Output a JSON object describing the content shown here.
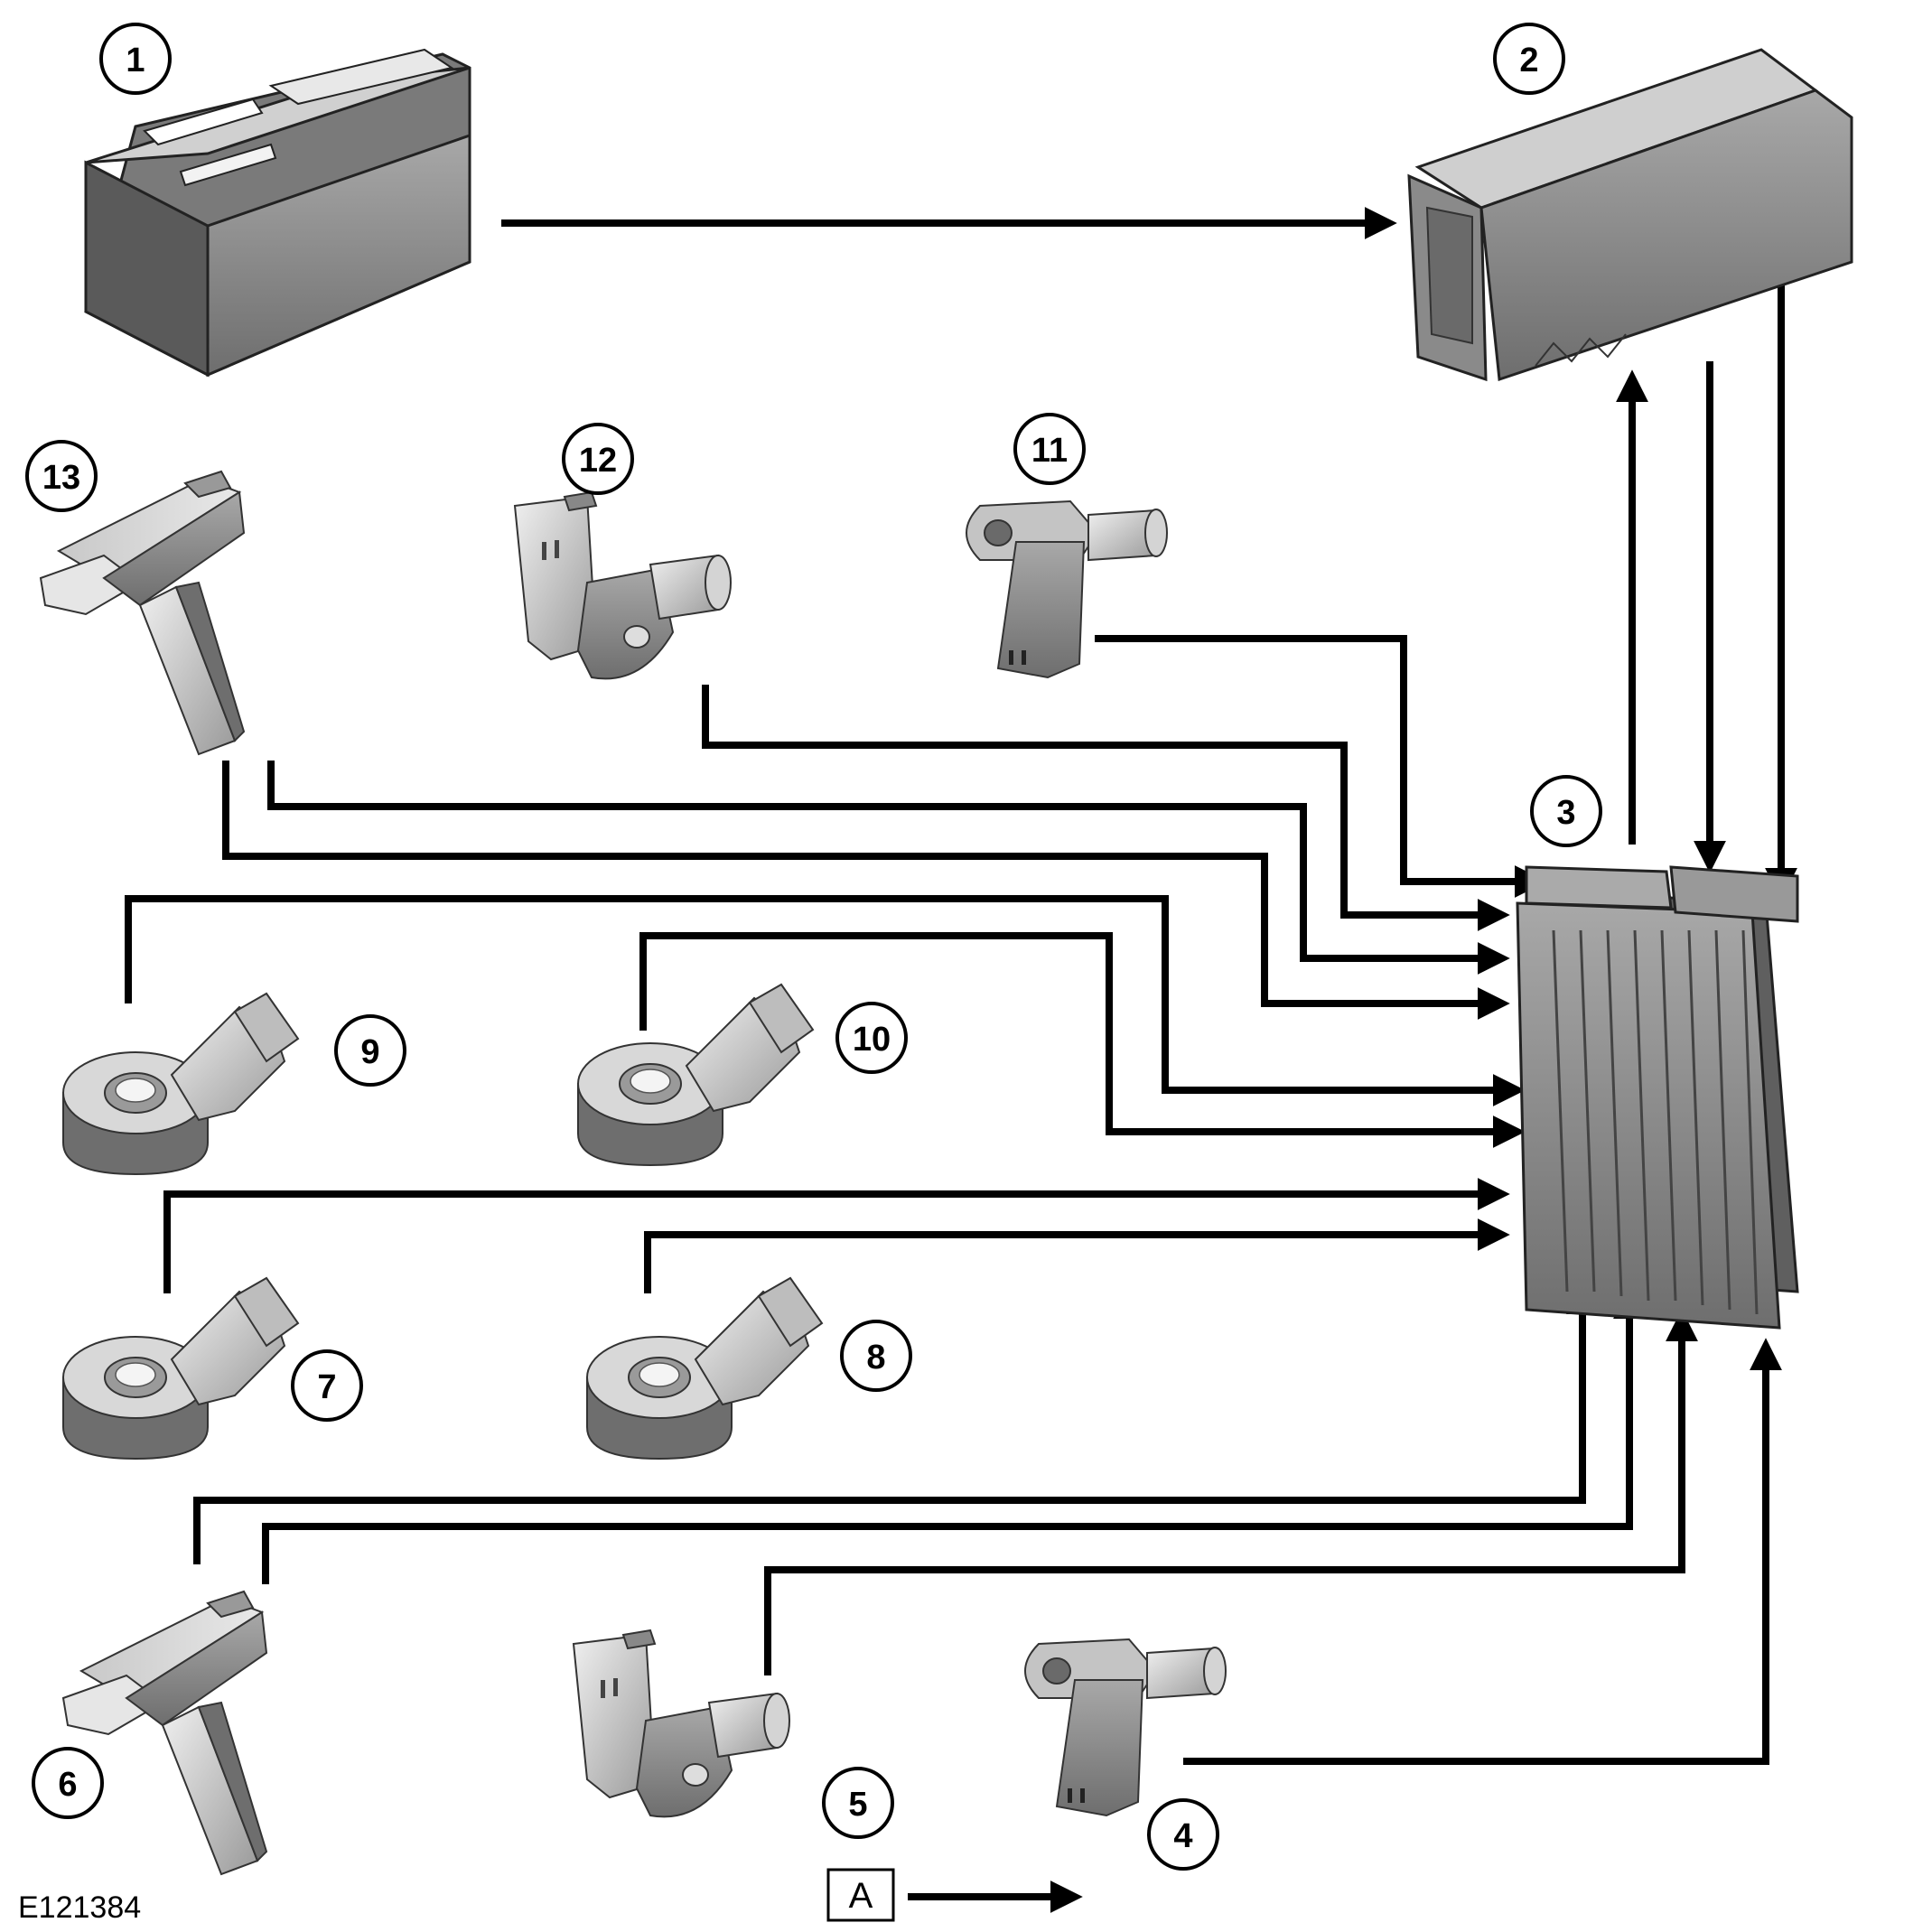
{
  "callouts": [
    "1",
    "2",
    "3",
    "4",
    "5",
    "6",
    "7",
    "8",
    "9",
    "10",
    "11",
    "12",
    "13"
  ],
  "legend": {
    "symbol": "A"
  },
  "figure_id": "E121384",
  "colors": {
    "line": "#000000",
    "component_body": "#8f8f8f",
    "component_light": "#d4d4d4",
    "component_dark": "#5a5a5a",
    "background": "#ffffff"
  },
  "components": [
    {
      "number": "1",
      "depiction": "battery"
    },
    {
      "number": "2",
      "depiction": "junction-box"
    },
    {
      "number": "3",
      "depiction": "control-module"
    },
    {
      "number": "4",
      "depiction": "speed-sensor"
    },
    {
      "number": "5",
      "depiction": "position-sensor"
    },
    {
      "number": "6",
      "depiction": "airflow-sensor"
    },
    {
      "number": "7",
      "depiction": "knock-sensor"
    },
    {
      "number": "8",
      "depiction": "knock-sensor"
    },
    {
      "number": "9",
      "depiction": "knock-sensor"
    },
    {
      "number": "10",
      "depiction": "knock-sensor"
    },
    {
      "number": "11",
      "depiction": "speed-sensor"
    },
    {
      "number": "12",
      "depiction": "position-sensor"
    },
    {
      "number": "13",
      "depiction": "airflow-sensor"
    }
  ]
}
